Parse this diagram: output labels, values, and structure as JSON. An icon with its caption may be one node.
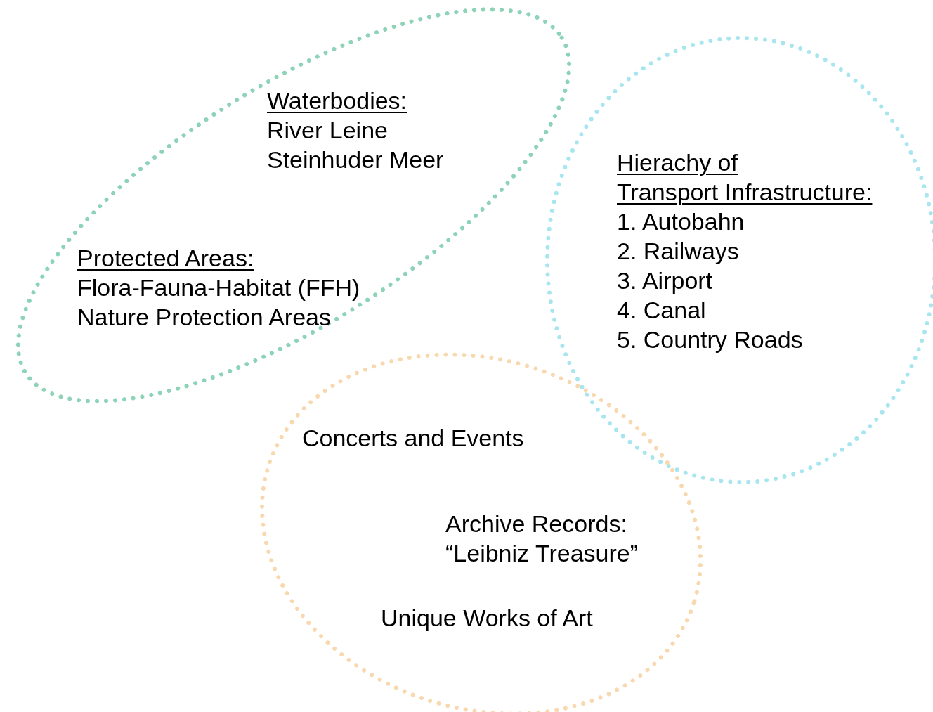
{
  "diagram": {
    "nodes": [
      {
        "text": [
          "Waterbodies:",
          "River Leine",
          "Steinhuder Meer",
          "Protected Areas:",
          "Flora-Fauna-Habitat (FFH)",
          "Nature Protection Areas"
        ]
      },
      {
        "text": [
          "Hierachy of Transport Infrastructure:",
          "1. Autobahn",
          "2. Railways",
          "3. Airport",
          "4. Canal",
          "5. Country Roads"
        ]
      },
      {
        "text": [
          "Concerts and Events",
          "Archive Records: “Leibniz Treasure”",
          "Unique Works of Art"
        ]
      }
    ]
  }
}
